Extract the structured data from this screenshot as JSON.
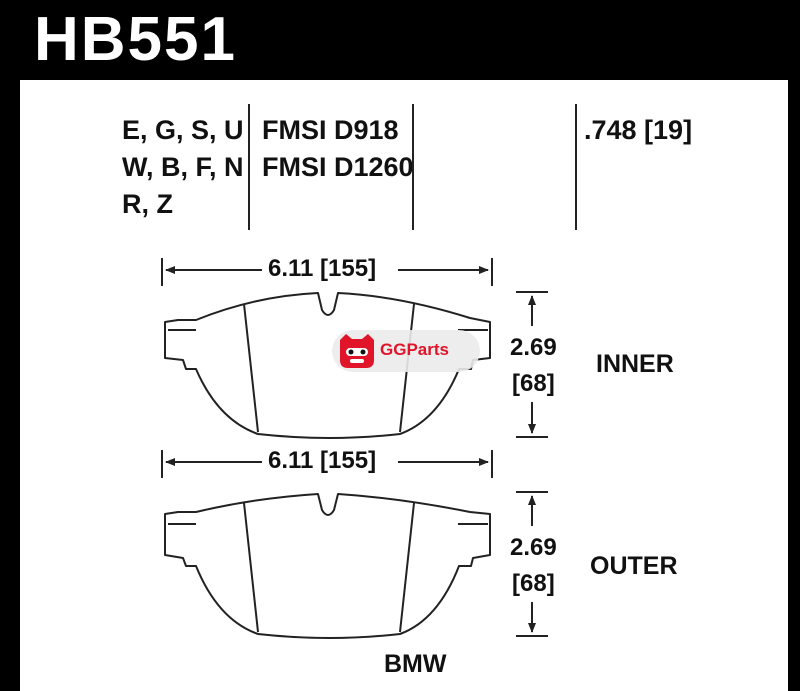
{
  "part_number": "HB551",
  "compounds": [
    "E, G, S, U",
    "W, B, F, N",
    "R, Z"
  ],
  "fmsi": [
    "FMSI  D918",
    "FMSI  D1260"
  ],
  "thickness": ".748 [19]",
  "inner": {
    "width": "6.11 [155]",
    "height_in": "2.69",
    "height_mm": "[68]",
    "label": "INNER"
  },
  "outer": {
    "width": "6.11 [155]",
    "height_in": "2.69",
    "height_mm": "[68]",
    "label": "OUTER"
  },
  "vehicle": "BMW",
  "watermark": {
    "text": "GGParts",
    "icon": "cat-face-icon",
    "color": "#e0152a"
  },
  "colors": {
    "header": "#000000",
    "line": "#222222"
  }
}
